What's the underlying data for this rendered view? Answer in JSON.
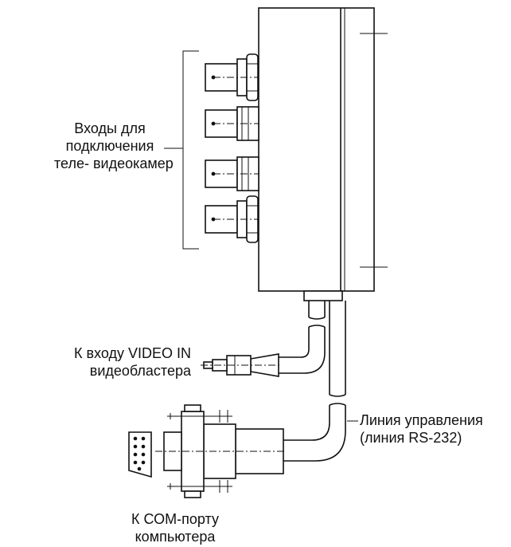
{
  "labels": {
    "inputs_line1": "Входы для",
    "inputs_line2": "подключения",
    "inputs_line3": "теле- видеокамер",
    "video_in_line1": "К входу VIDEO IN",
    "video_in_line2": "видеобластера",
    "control_line1": "Линия управления",
    "control_line2": "(линия RS-232)",
    "com_line1": "К СОМ-порту",
    "com_line2": "компьютера"
  }
}
